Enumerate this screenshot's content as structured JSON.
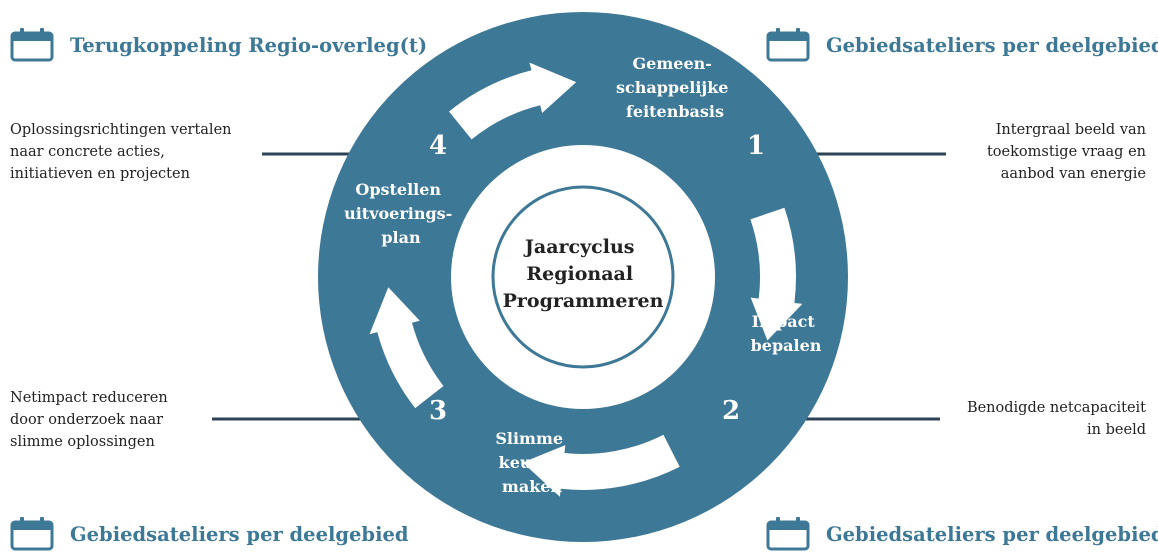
{
  "colors": {
    "ring": "#3d7896",
    "inner": "#ffffff",
    "text_dark": "#222222",
    "line": "#2e4356"
  },
  "corners": {
    "top_left": "Terugkoppeling Regio-overleg(t)",
    "top_right": "Gebiedsateliers per deelgebied",
    "bottom_left": "Gebiedsateliers per deelgebied",
    "bottom_right": "Gebiedsateliers per deelgebied",
    "icon": "calendar-icon"
  },
  "center": {
    "lines": [
      "Jaarcyclus",
      "Regionaal",
      "Programmeren"
    ]
  },
  "steps": [
    {
      "number": "1",
      "title_lines": [
        "Gemeen-",
        "schappelijke",
        "feitenbasis"
      ],
      "note_lines": [
        "Intergraal beeld van",
        "toekomstige vraag en",
        "aanbod van energie"
      ]
    },
    {
      "number": "2",
      "title_lines": [
        "Impact",
        "bepalen"
      ],
      "note_lines": [
        "Benodigde netcapaciteit",
        "in beeld"
      ]
    },
    {
      "number": "3",
      "title_lines": [
        "Slimme",
        "keuzes",
        "maken"
      ],
      "note_lines": [
        "Netimpact reduceren",
        "door onderzoek naar",
        "slimme oplossingen"
      ]
    },
    {
      "number": "4",
      "title_lines": [
        "Opstellen",
        "uitvoerings-",
        "plan"
      ],
      "note_lines": [
        "Oplossingsrichtingen vertalen",
        "naar concrete acties,",
        "initiatieven en projecten"
      ]
    }
  ]
}
